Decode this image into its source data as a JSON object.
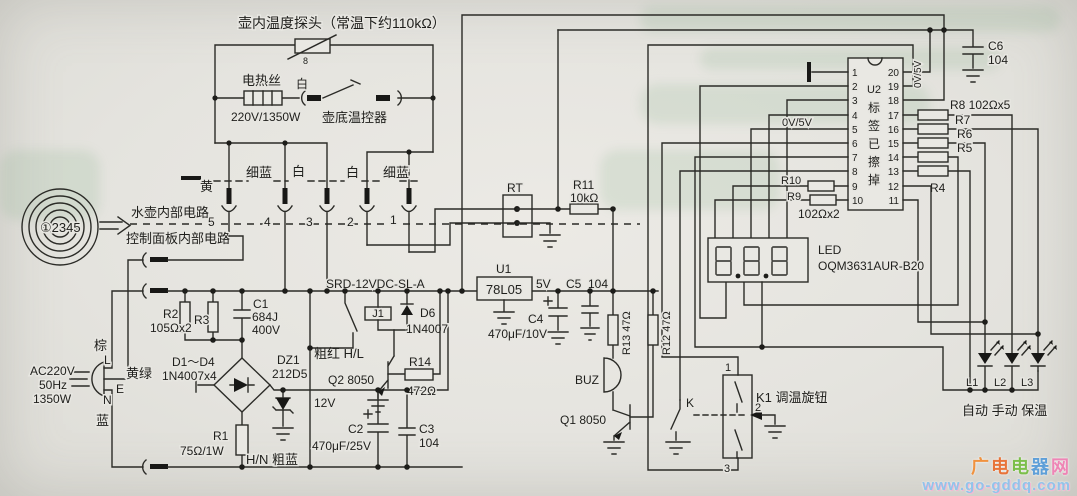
{
  "schematic": {
    "probe": {
      "title": "壶内温度探头（常温下约110kΩ）",
      "pin": "8"
    },
    "heater": {
      "name": "电热丝",
      "rating": "220V/1350W",
      "wire_white": "白",
      "thermostat": "壶底温控器"
    },
    "interface": {
      "wire_yellow": "黄",
      "wire_thin_blue_left": "细蓝",
      "wire_white_left": "白",
      "wire_white_right": "白",
      "wire_thin_blue_right": "细蓝",
      "pins": [
        "5",
        "4",
        "3",
        "2",
        "1"
      ],
      "kettle_side": "水壶内部电路",
      "panel_side": "控制面板内部电路",
      "plug_digits": "①2345"
    },
    "mains": {
      "voltage": "AC220V",
      "freq": "50Hz",
      "power": "1350W",
      "l": "L",
      "n": "N",
      "e": "E",
      "brown": "棕",
      "blue": "蓝",
      "yellow_green": "黄绿"
    },
    "psu": {
      "r2": "R2",
      "r2_value": "105Ωx2",
      "r3": "R3",
      "c1": "C1",
      "c1_value": "684J",
      "c1_voltage": "400V",
      "bridge": "D1～D4",
      "bridge_value": "1N4007x4",
      "dz1": "DZ1",
      "dz1_value": "212D5",
      "r1": "R1",
      "r1_value": "75Ω/1W",
      "neutral_label": "H/N 粗蓝",
      "live_label": "粗红 H/L",
      "v12": "12V",
      "c2": "C2",
      "c2_value": "470μF/25V",
      "c3": "C3",
      "c3_value": "104"
    },
    "relay": {
      "model": "SRD-12VDC-SL-A",
      "coil": "J1",
      "d6": "D6",
      "d6_value": "1N4007",
      "q2": "Q2  8050",
      "r14": "R14",
      "r14_value": "472Ω"
    },
    "reg": {
      "u1": "U1",
      "chip": "78L05",
      "v5": "5V",
      "c4": "C4",
      "c4_value": "470μF/10V",
      "c5": "C5",
      "c5_value": "104"
    },
    "sense": {
      "rt": "RT",
      "r11": "R11",
      "r11_value": "10kΩ"
    },
    "mcu": {
      "u2": "U2",
      "note_chars": [
        "标",
        "签",
        "已",
        "擦",
        "掉"
      ],
      "left_pins": [
        "1",
        "2",
        "3",
        "4",
        "5",
        "6",
        "7",
        "8",
        "9",
        "10"
      ],
      "right_pins": [
        "20",
        "19",
        "18",
        "17",
        "16",
        "15",
        "14",
        "13",
        "12",
        "11"
      ],
      "rail_label_v": "0V/5V",
      "rail_label_h": "0V/5V",
      "c6": "C6",
      "c6_value": "104",
      "r8": "R8  102Ωx5",
      "r7": "R7",
      "r6": "R6",
      "r5": "R5",
      "r4": "R4",
      "r10": "R10",
      "r9": "R9",
      "r9r10_value": "102Ωx2"
    },
    "display": {
      "led": "LED",
      "model": "OQM3631AUR-B20"
    },
    "buzzer": {
      "buz": "BUZ",
      "q1": "Q1  8050",
      "r13": "R13  47Ω",
      "r12": "R12  47Ω"
    },
    "controls": {
      "k": "K",
      "k1": "K1 调温旋钮",
      "pins": [
        "1",
        "2",
        "3"
      ]
    },
    "leds": {
      "l1": "L1",
      "l2": "L2",
      "l3": "L3",
      "modes": "自动  手动  保温"
    },
    "watermark": {
      "chars": [
        "广",
        "电",
        "电",
        "器",
        "网"
      ],
      "colors": [
        "#f0923f",
        "#e8743a",
        "#7cbf4a",
        "#5e9fd8",
        "#ee85b5"
      ],
      "url": "www.go-gddq.com"
    }
  }
}
